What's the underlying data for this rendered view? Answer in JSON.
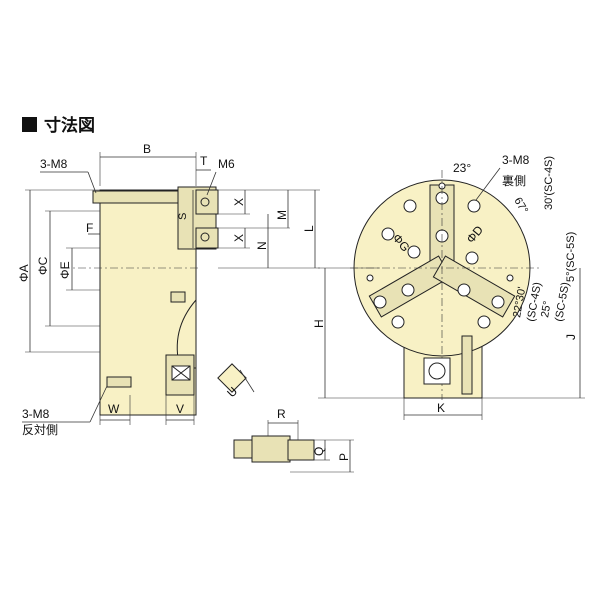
{
  "title": "寸法図",
  "side_view": {
    "callout_top_left": "3-M8",
    "callout_top_right": "M6",
    "callout_bottom_left_1": "3-M8",
    "callout_bottom_left_2": "反対側",
    "dim_B": "B",
    "dim_T": "T",
    "dim_S": "S",
    "dim_X_top": "X",
    "dim_X_bottom": "X",
    "dim_M": "M",
    "dim_L": "L",
    "dim_N": "N",
    "dim_F": "F",
    "dim_A": "ΦA",
    "dim_C": "ΦC",
    "dim_E": "ΦE",
    "dim_W": "W",
    "dim_V": "V",
    "dim_U": "U"
  },
  "front_view": {
    "callout_hole": "3-M8",
    "callout_back": "裏側",
    "angle_23": "23°",
    "angle_67": "67°",
    "angle_30a": "30'(SC-4S)",
    "angle_5": "5°(SC-5S)",
    "angle_22_30": "22°30'",
    "angle_sc4s": "(SC-4S)",
    "angle_25": "25°",
    "angle_sc5s": "(SC-5S)",
    "dim_G": "ΦG",
    "dim_D": "ΦD",
    "dim_H": "H",
    "dim_J": "J",
    "dim_K": "K"
  },
  "jaw_detail": {
    "dim_R": "R",
    "dim_Q": "Q",
    "dim_P": "P"
  }
}
